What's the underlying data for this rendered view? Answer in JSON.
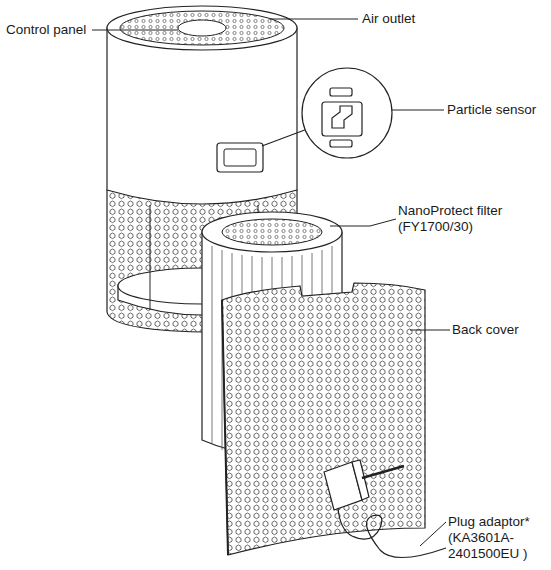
{
  "diagram": {
    "labels": [
      "Control panel",
      "Air outlet",
      "Particle sensor",
      "NanoProtect filter (FY1700/30)",
      "Back cover",
      "Plug adaptor* (KA3601A- 2401500EU )"
    ]
  }
}
